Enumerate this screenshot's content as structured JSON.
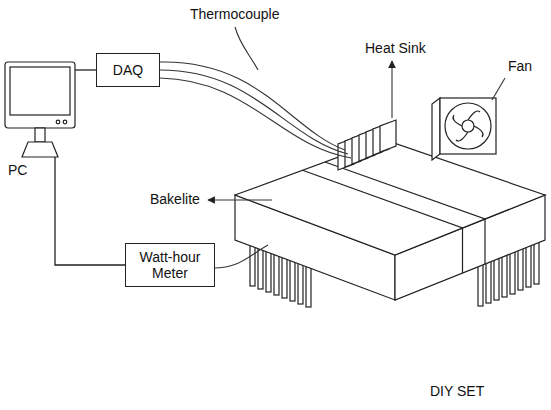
{
  "diagram": {
    "nodes": [
      {
        "text": [
          "PC"
        ]
      },
      {
        "text": [
          "DAQ"
        ]
      },
      {
        "text": [
          "Watt-hour Meter"
        ]
      }
    ],
    "edges": [
      {
        "from": 0,
        "to": 1,
        "arrow": "none"
      },
      {
        "from": 0,
        "to": 2,
        "arrow": "none"
      }
    ],
    "labels": [
      "Thermocouple",
      "Heat Sink",
      "Fan",
      "Bakelite",
      "DIY SET"
    ]
  }
}
